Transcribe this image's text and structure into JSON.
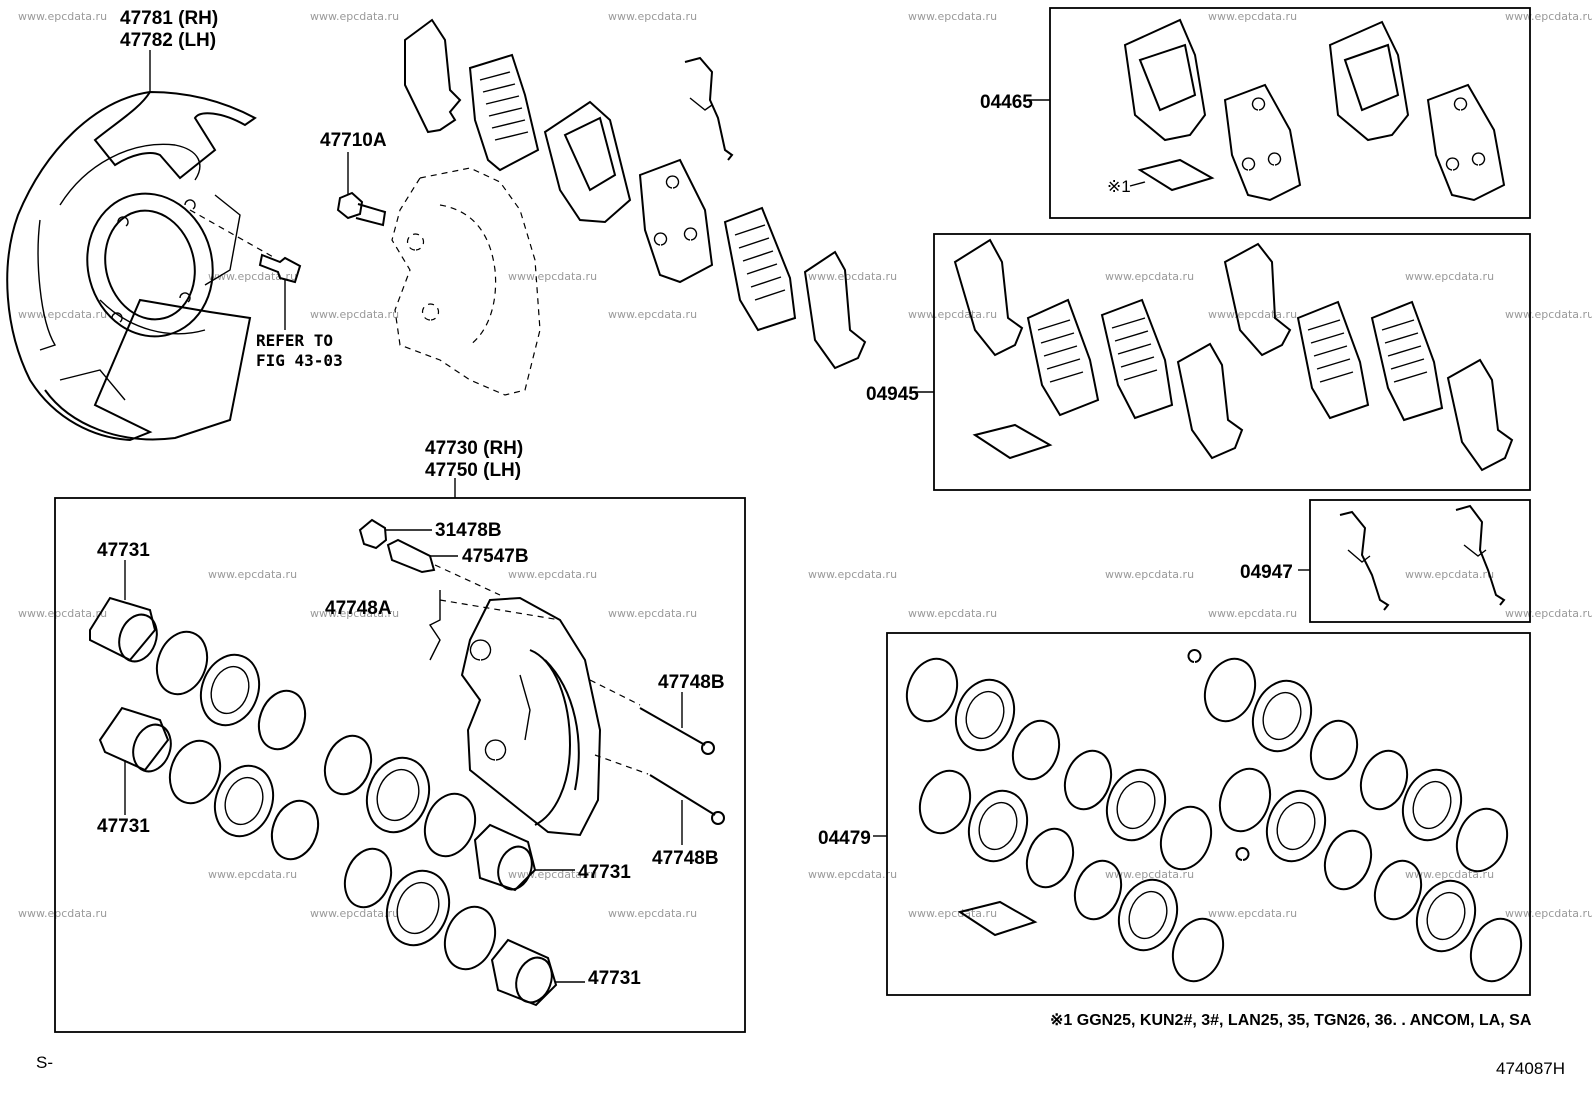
{
  "watermark": "www.epcdata.ru",
  "labels": {
    "shield_rh": "47781 (RH)",
    "shield_lh": "47782 (LH)",
    "refer_to": "REFER TO",
    "fig_ref": "FIG 43-03",
    "bolt": "47710A",
    "caliper_rh": "47730 (RH)",
    "caliper_lh": "47750 (LH)",
    "cap": "31478B",
    "bleeder": "47547B",
    "pin_a": "47748A",
    "pin_b_top": "47748B",
    "pin_b_bottom": "47748B",
    "piston_top_left": "47731",
    "piston_left_lower": "47731",
    "piston_right_upper": "47731",
    "piston_right_lower": "47731",
    "pad_kit_a": "04465",
    "pad_kit_b": "04945",
    "clip_kit": "04947",
    "seal_kit": "04479",
    "note_marker": "※1",
    "footnote": "※1  GGN25, KUN2#, 3#, LAN25, 35, TGN26, 36. . ANCOM, LA, SA",
    "corner_left": "S-",
    "diagram_id": "474087H"
  }
}
